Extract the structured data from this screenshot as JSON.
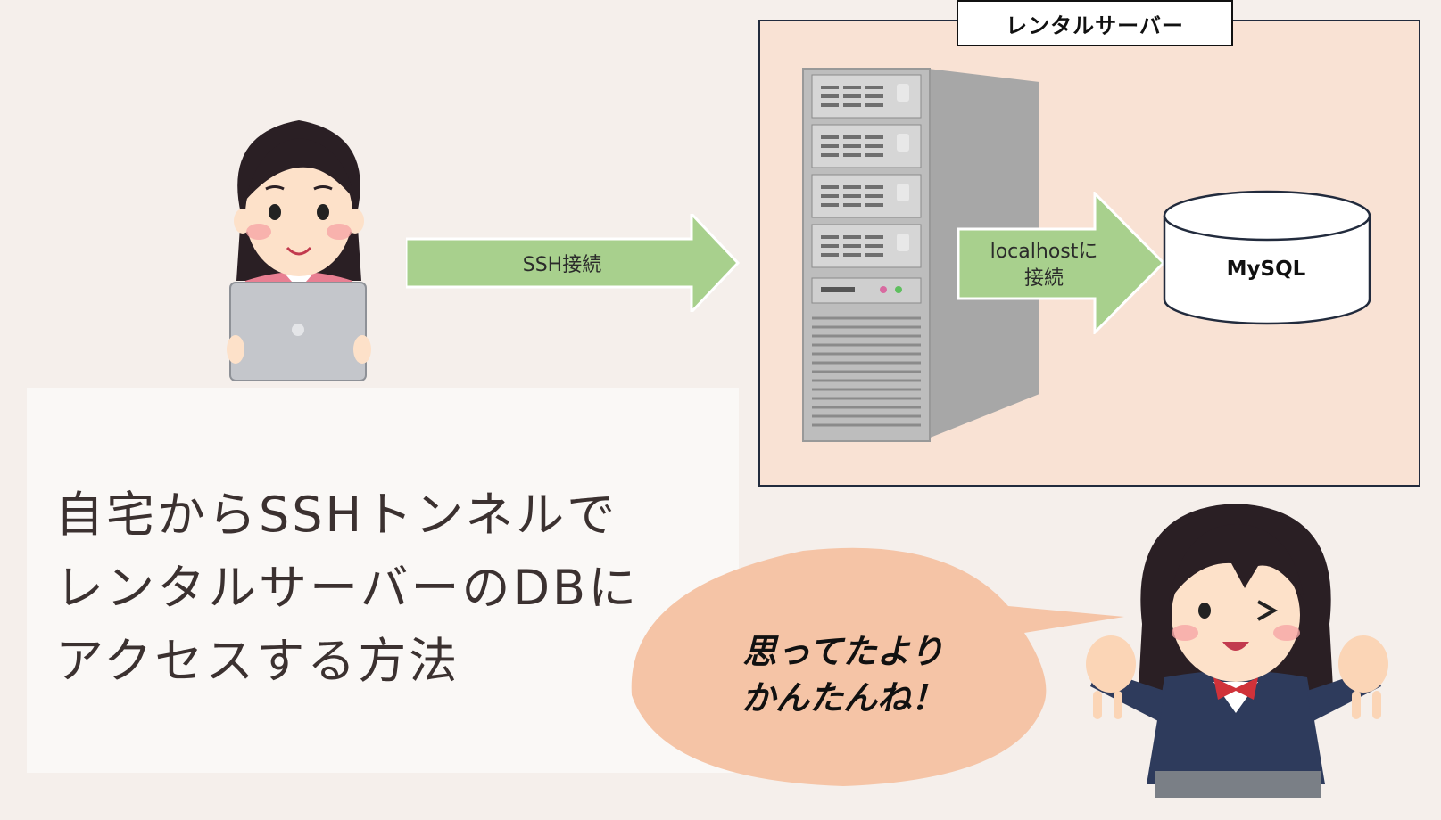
{
  "server_box": {
    "label": "レンタルサーバー"
  },
  "arrows": {
    "ssh": {
      "label": "SSH接続"
    },
    "localhost": {
      "line1": "localhostに",
      "line2": "接続"
    }
  },
  "database": {
    "label": "MySQL"
  },
  "title": {
    "line1": "自宅からSSHトンネルで",
    "line2": "レンタルサーバーのDBに",
    "line3": "アクセスする方法"
  },
  "speech_bubble": {
    "line1": "思ってたより",
    "line2": "かんたんね！"
  },
  "colors": {
    "background": "#f5efeb",
    "server_box_fill": "#f9e2d4",
    "arrow_fill": "#a8d08d",
    "bubble_fill": "#f5c4a6",
    "title_text": "#3b3130"
  },
  "icons": [
    "woman-with-laptop-icon",
    "server-tower-icon",
    "database-cylinder-icon",
    "schoolgirl-peace-sign-icon"
  ]
}
